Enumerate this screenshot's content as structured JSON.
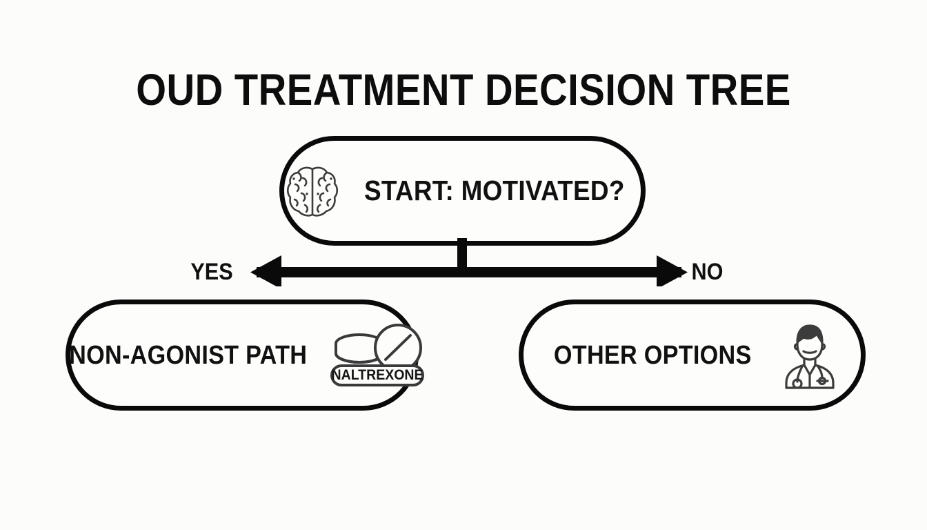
{
  "page": {
    "title": "OUD TREATMENT DECISION TREE",
    "background_color": "#fcfcfb",
    "ink_color": "#0a0a0a",
    "icon_color": "#3c3c3c"
  },
  "diagram": {
    "type": "decision-tree",
    "root": {
      "id": "start",
      "label": "START: MOTIVATED?",
      "shape": "pill",
      "icon": "brain-icon"
    },
    "branches": [
      {
        "id": "yes-branch",
        "label": "YES",
        "direction": "left",
        "target": {
          "id": "non-agonist",
          "label": "NON-AGONIST PATH",
          "shape": "pill",
          "icon": "pill-bottle-icon",
          "icon_caption": "NALTREXONE"
        }
      },
      {
        "id": "no-branch",
        "label": "NO",
        "direction": "right",
        "target": {
          "id": "other-options",
          "label": "OTHER OPTIONS",
          "shape": "pill",
          "icon": "doctor-icon"
        }
      }
    ],
    "connector": {
      "name": "double-headed-arrow",
      "stem": "vertical-drop-from-root"
    }
  }
}
